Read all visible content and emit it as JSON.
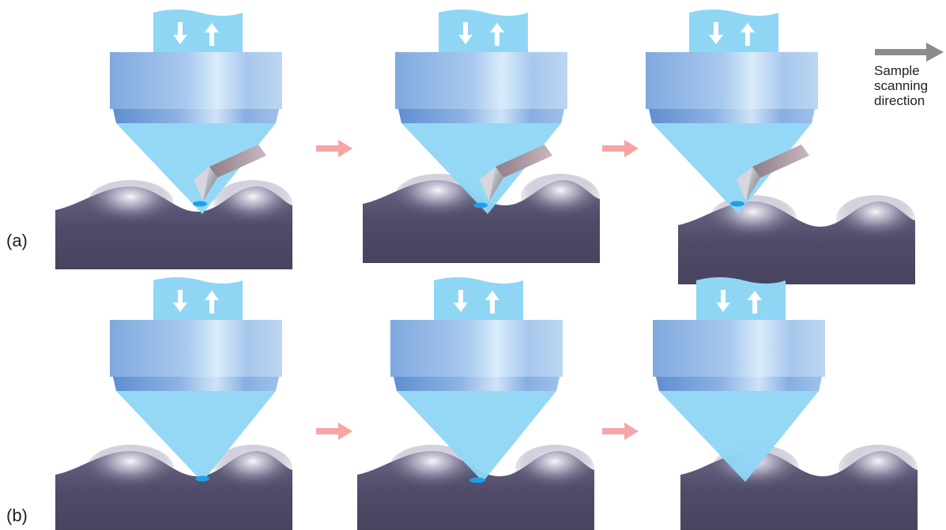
{
  "rows": [
    {
      "label": "(a)"
    },
    {
      "label": "(b)"
    }
  ],
  "direction": {
    "lines": [
      "Sample",
      "scanning",
      "direction"
    ]
  },
  "colors": {
    "beam": "#8fd6f5",
    "objective": "#8fb8e8",
    "sample_dark": "#4e4a68",
    "spot": "#1e9fe8",
    "step_arrow": "#f5a5a5",
    "direction_arrow": "#8c8c8c",
    "tip": "#b8b8c0"
  },
  "icons": [
    "up-down-arrows-icon",
    "step-arrow-icon",
    "direction-arrow-icon"
  ]
}
